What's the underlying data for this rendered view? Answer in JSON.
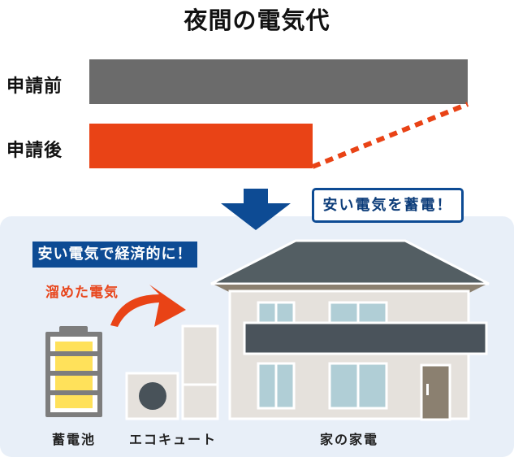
{
  "title": "夜間の電気代",
  "comparison": {
    "rows": [
      {
        "label": "申請前",
        "relative_value": 1.0,
        "color": "#6b6b6b"
      },
      {
        "label": "申請後",
        "relative_value": 0.59,
        "color": "#e94316"
      }
    ],
    "connector_color": "#e94316"
  },
  "down_arrow_color": "#0d4b94",
  "callout": {
    "text": "安い電気を蓄電！"
  },
  "panel": {
    "tag": "安い電気で経済的に！",
    "stored_label": "溜めた電気",
    "items": [
      {
        "label": "蓄電池",
        "icon": "battery-icon"
      },
      {
        "label": "エコキュート",
        "icon": "heat-pump-water-heater-icon"
      },
      {
        "label": "家の家電",
        "icon": "house-icon"
      }
    ]
  },
  "colors": {
    "panel_bg": "#e8eff8",
    "accent_blue": "#0d4b94",
    "accent_orange": "#e94316",
    "battery_fill": "#ffe15a",
    "roof": "#535e63",
    "wall": "#e5e1dc",
    "window": "#b0ced6",
    "door": "#8b8070"
  }
}
